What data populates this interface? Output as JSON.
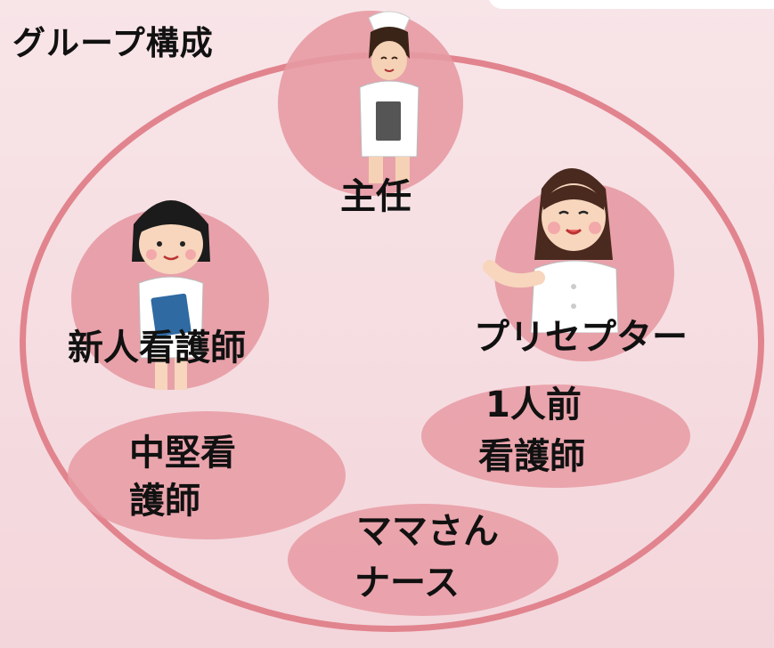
{
  "title": "グループ構成",
  "roles": {
    "shunin": "主任",
    "shinjin": "新人看護師",
    "preceptor": "プリセプター",
    "ichininmae_1": "1人前",
    "ichininmae_2": "看護師",
    "chuken_1": "中堅看",
    "chuken_2": "護師",
    "mama_1": "ママさん",
    "mama_2": "ナース"
  },
  "colors": {
    "background": "#f6dde1",
    "ellipse_border": "#e1848e",
    "blob": "#e79aa3",
    "text": "#111111"
  },
  "icons": [
    "nurse-head-icon",
    "nurse-young-icon",
    "nurse-preceptor-icon"
  ]
}
